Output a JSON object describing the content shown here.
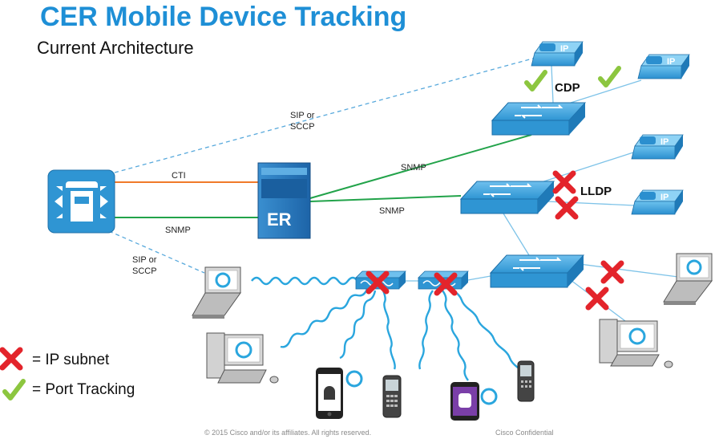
{
  "title": "CER Mobile Device Tracking",
  "subtitle": "Current Architecture",
  "labels": {
    "sip_top_1": "SIP or",
    "sip_top_2": "SCCP",
    "cti": "CTI",
    "snmp_left": "SNMP",
    "snmp_upper": "SNMP",
    "snmp_lower": "SNMP",
    "sip_bottom_1": "SIP or",
    "sip_bottom_2": "SCCP",
    "cdp": "CDP",
    "lldp": "LLDP",
    "er": "ER",
    "ip": "IP"
  },
  "legend": {
    "ip_subnet": "= IP subnet",
    "port_tracking": "= Port Tracking"
  },
  "footer": {
    "copyright": "© 2015 Cisco and/or its affiliates. All rights reserved.",
    "confidential": "Cisco Confidential"
  },
  "colors": {
    "title": "#1e8fd6",
    "switch": "#2f95d3",
    "server": "#2276b8",
    "cti_line": "#f07a2a",
    "snmp_line": "#22a34a",
    "link_line": "#7ec3e8",
    "cross": "#e3242b",
    "check": "#8cc63f"
  }
}
